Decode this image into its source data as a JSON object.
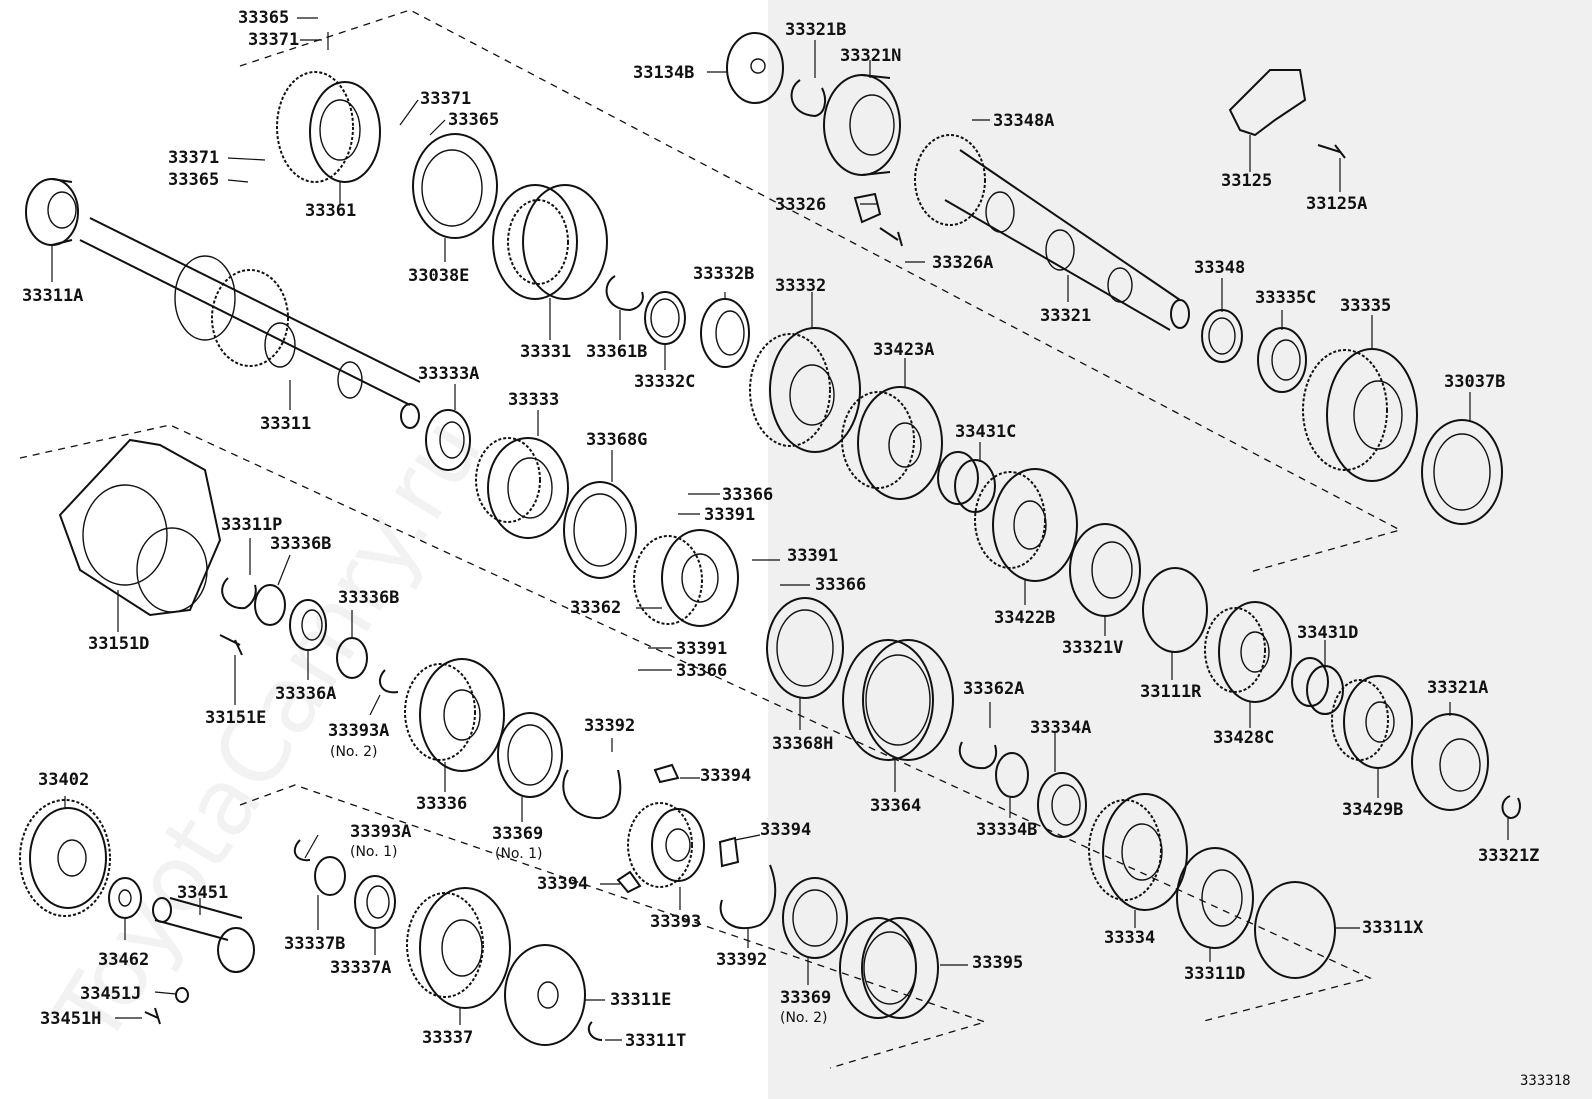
{
  "diagram_id": "333318",
  "watermark": "ToyotaCamry.ru",
  "parts": {
    "p33365_a": "33365",
    "p33371_a": "33371",
    "p33371_b": "33371",
    "p33365_b": "33365",
    "p33371_c": "33371",
    "p33365_c": "33365",
    "p33361": "33361",
    "p33311A": "33311A",
    "p33038E": "33038E",
    "p33331": "33331",
    "p33361B": "33361B",
    "p33332C": "33332C",
    "p33332B": "33332B",
    "p33332": "33332",
    "p33311": "33311",
    "p33333A": "33333A",
    "p33333": "33333",
    "p33368G": "33368G",
    "p33366_a": "33366",
    "p33391_a": "33391",
    "p33391_b": "33391",
    "p33366_b": "33366",
    "p33362": "33362",
    "p33391_c": "33391",
    "p33366_c": "33366",
    "p33134B": "33134B",
    "p33321B": "33321B",
    "p33321N": "33321N",
    "p33348A": "33348A",
    "p33326": "33326",
    "p33326A": "33326A",
    "p33321": "33321",
    "p33348": "33348",
    "p33335C": "33335C",
    "p33335": "33335",
    "p33037B": "33037B",
    "p33125": "33125",
    "p33125A": "33125A",
    "p33423A": "33423A",
    "p33431C": "33431C",
    "p33422B": "33422B",
    "p33321V": "33321V",
    "p33111R": "33111R",
    "p33431D": "33431D",
    "p33428C": "33428C",
    "p33321A": "33321A",
    "p33429B": "33429B",
    "p33321Z": "33321Z",
    "p33151D": "33151D",
    "p33311P": "33311P",
    "p33336B_a": "33336B",
    "p33336B_b": "33336B",
    "p33336A": "33336A",
    "p33151E": "33151E",
    "p33393A_a": "33393A",
    "p33336": "33336",
    "p33369_a": "33369",
    "p33392_a": "33392",
    "p33394_a": "33394",
    "p33394_b": "33394",
    "p33394_c": "33394",
    "p33393": "33393",
    "p33392_b": "33392",
    "p33369_b": "33369",
    "p33395": "33395",
    "p33368H": "33368H",
    "p33364": "33364",
    "p33362A": "33362A",
    "p33334A": "33334A",
    "p33334B": "33334B",
    "p33334": "33334",
    "p33311D": "33311D",
    "p33311X": "33311X",
    "p33402": "33402",
    "p33451": "33451",
    "p33462": "33462",
    "p33451J": "33451J",
    "p33451H": "33451H",
    "p33393A_b": "33393A",
    "p33337B": "33337B",
    "p33337A": "33337A",
    "p33337": "33337",
    "p33311E": "33311E",
    "p33311T": "33311T"
  },
  "notes": {
    "no2_a": "(No. 2)",
    "no1_a": "(No. 1)",
    "no1_b": "(No. 1)",
    "no2_b": "(No. 2)"
  },
  "colors": {
    "line": "#111111",
    "shade": "#f0f0f0",
    "background": "#ffffff"
  }
}
